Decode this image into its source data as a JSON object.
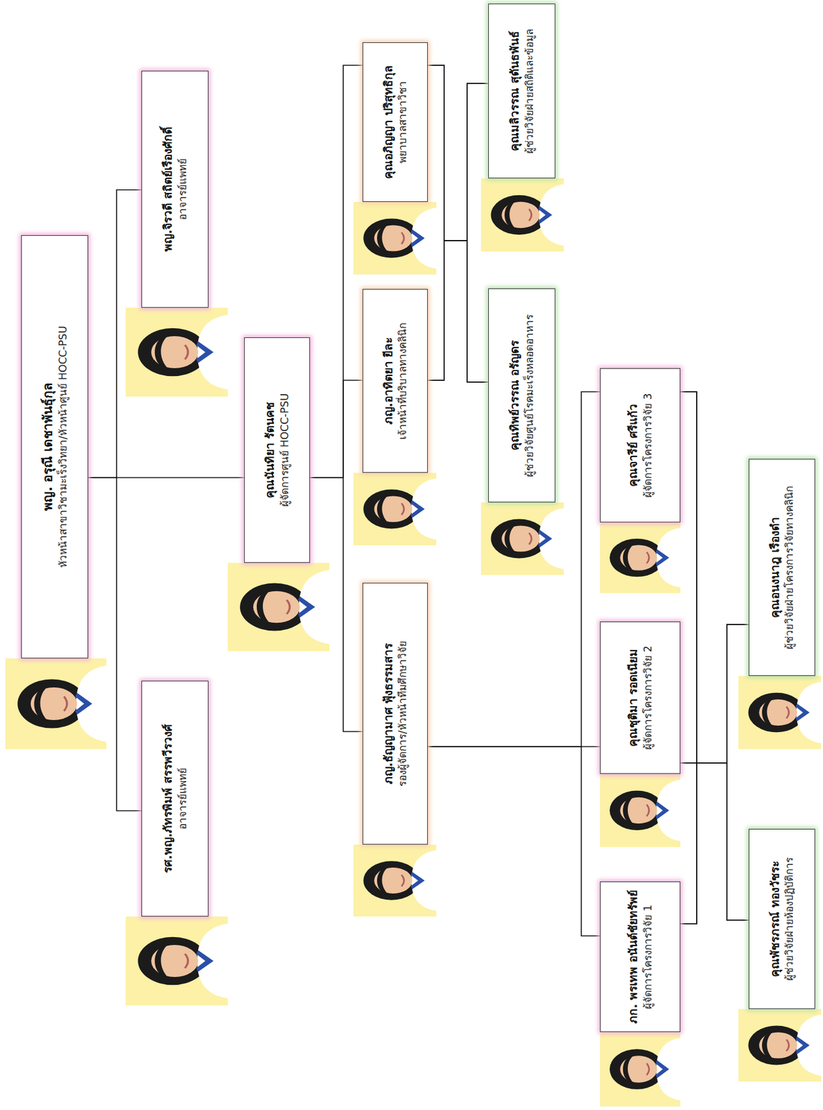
{
  "diagram": {
    "nodes": [
      {
        "text": [
          "พญ. อรุณี เดชาพันธุ์กุล",
          "หัวหน้าสาขาวิชามะเร็งวิทยา/หัวหน้าศูนย์ HOCC-PSU"
        ]
      },
      {
        "text": [
          "รศ.พญ.ภัทรพิมพ์ สรรพวีรวงศ์",
          "อาจารย์แพทย์"
        ]
      },
      {
        "text": [
          "พญ.จิรวดี สถิตย์เรืองศักดิ์",
          "อาจารย์แพทย์"
        ]
      },
      {
        "text": [
          "คุณนันทิยา รัตนคช",
          "ผู้จัดการศูนย์ HOCC-PSU"
        ]
      },
      {
        "text": [
          "ภญ.ธัญญามาศ ฟุ้งธรรมสาร",
          "รองผู้จัดการ/หัวหน้าทีมศึกษาวิจัย"
        ]
      },
      {
        "text": [
          "ภญ.อาทิตยา ยีละ",
          "เจ้าหน้าที่บริบาลทางคลินิก"
        ]
      },
      {
        "text": [
          "คุณอภิญญา ปริสุทธิกุล",
          "พยาบาลสาขาวิชา"
        ]
      },
      {
        "text": [
          "คุณทิพย์วรรณ อรัญดร",
          "ผู้ช่วยวิจัยศูนย์โรคมะเร็งหลอดอาหาร"
        ]
      },
      {
        "text": [
          "คุณมลิวรรณ สุดันธพันธ์",
          "ผู้ช่วยวิจัยฝ่ายสถิติและข้อมูล"
        ]
      },
      {
        "text": [
          "ภก. พรเทพ อนันต์ชัยทรัพย์",
          "ผู้จัดการโครงการวิจัย 1"
        ]
      },
      {
        "text": [
          "คุณชุติมา รอดเนียม",
          "ผู้จัดการโครงการวิจัย 2"
        ]
      },
      {
        "text": [
          "คุณจารีย์ ศรีแก้ว",
          "ผู้จัดการโครงการวิจัย 3"
        ]
      },
      {
        "text": [
          "คุณพัชรภรณ์ ทองวัชระ",
          "ผู้ช่วยวิจัยฝ่ายห้องปฏิบัติการ"
        ]
      },
      {
        "text": [
          "คุณอนงนาฎ เรืองดำ",
          "ผู้ช่วยวิจัยฝ่ายโครงการวิจัยทางคลินิก"
        ]
      }
    ],
    "edges": [
      {
        "from": 0,
        "to": 1,
        "arrow": "none"
      },
      {
        "from": 0,
        "to": 2,
        "arrow": "none"
      },
      {
        "from": 0,
        "to": 3,
        "arrow": "none"
      },
      {
        "from": 3,
        "to": 4,
        "arrow": "none"
      },
      {
        "from": 3,
        "to": 5,
        "arrow": "none"
      },
      {
        "from": 3,
        "to": 6,
        "arrow": "none"
      },
      {
        "from": 5,
        "to": 7,
        "arrow": "none"
      },
      {
        "from": 5,
        "to": 8,
        "arrow": "none"
      },
      {
        "from": 6,
        "to": 7,
        "arrow": "none"
      },
      {
        "from": 6,
        "to": 8,
        "arrow": "none"
      },
      {
        "from": 4,
        "to": 9,
        "arrow": "none"
      },
      {
        "from": 4,
        "to": 10,
        "arrow": "none"
      },
      {
        "from": 4,
        "to": 11,
        "arrow": "none"
      },
      {
        "from": 9,
        "to": 12,
        "arrow": "none"
      },
      {
        "from": 9,
        "to": 13,
        "arrow": "none"
      },
      {
        "from": 10,
        "to": 12,
        "arrow": "none"
      },
      {
        "from": 10,
        "to": 13,
        "arrow": "none"
      },
      {
        "from": 11,
        "to": 12,
        "arrow": "none"
      },
      {
        "from": 11,
        "to": 13,
        "arrow": "none"
      }
    ]
  }
}
